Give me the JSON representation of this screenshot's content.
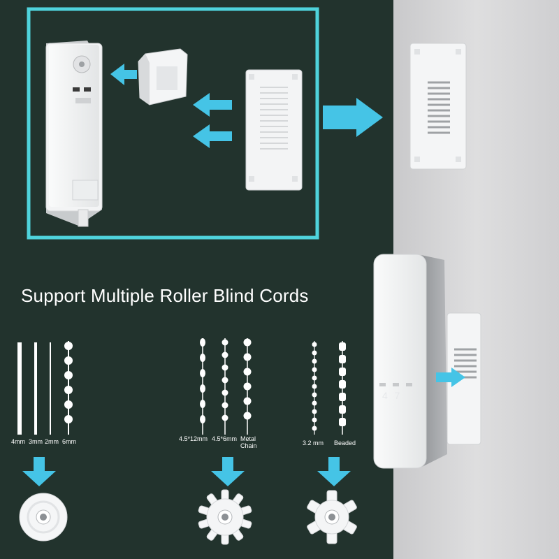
{
  "heading": "Support Multiple Roller Blind Cords",
  "cord_groups": [
    {
      "labels": [
        "4mm",
        "3mm",
        "2mm",
        "6mm"
      ]
    },
    {
      "labels": [
        "4.5*12mm",
        "4.5*6mm",
        "Metal Chain"
      ]
    },
    {
      "labels": [
        "3.2 mm",
        "Beaded"
      ]
    }
  ],
  "device_display": "4  7",
  "icons": {
    "arrow": "arrow-icon",
    "round_wheel": "round-pulley-icon",
    "gear_wheel": "toothed-pulley-icon",
    "star_wheel": "star-pulley-icon"
  },
  "colors": {
    "background": "#22332d",
    "frame": "#4fd3dc",
    "arrow": "#45c4e6",
    "wall": "#d9d9db",
    "device": "#f4f5f6"
  }
}
